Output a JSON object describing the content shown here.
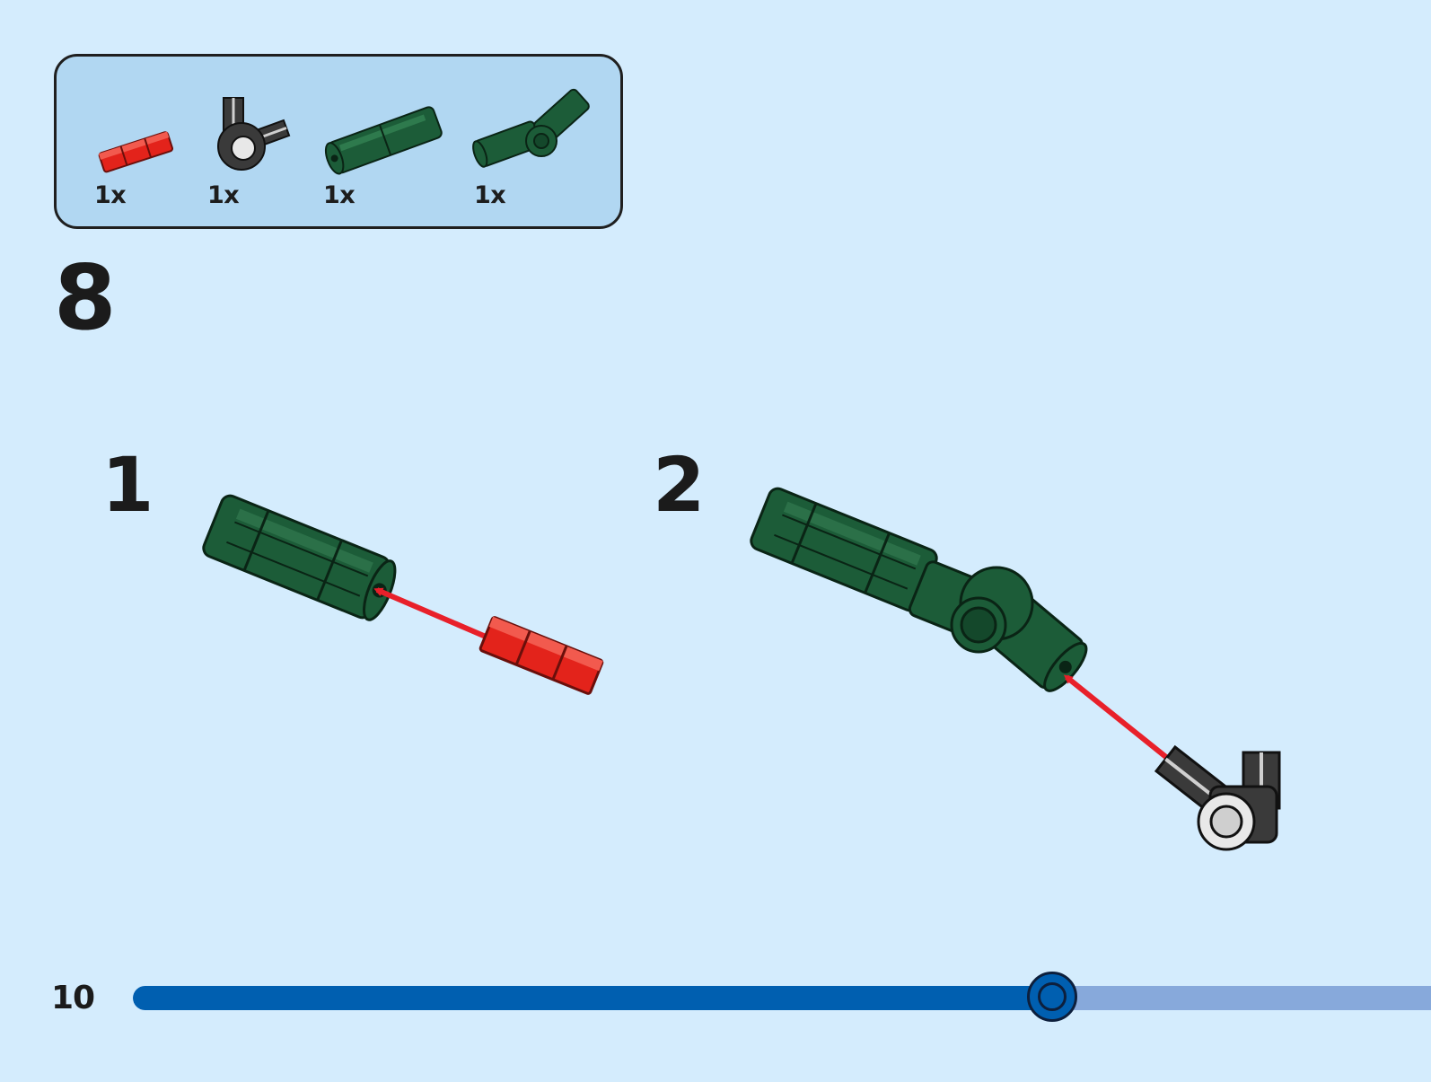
{
  "parts_list": {
    "items": [
      {
        "name": "red-axle-connector",
        "quantity": "1x",
        "color": "#e3231b"
      },
      {
        "name": "gray-axle-pin-connector",
        "quantity": "1x",
        "color": "#3a3a3a"
      },
      {
        "name": "green-connector-tube",
        "quantity": "1x",
        "color": "#1c5c38"
      },
      {
        "name": "green-angle-connector",
        "quantity": "1x",
        "color": "#1c5c38"
      }
    ]
  },
  "step": {
    "number": "8",
    "substeps": [
      {
        "number": "1"
      },
      {
        "number": "2"
      }
    ]
  },
  "footer": {
    "page_number": "10",
    "progress_fraction": 0.708
  },
  "colors": {
    "background": "#d4ecfd",
    "parts_box": "#b1d7f2",
    "piece_green": "#1c5c38",
    "piece_red": "#e3231b",
    "piece_gray": "#3a3a3a",
    "arrow": "#e8202a",
    "progress_done": "#005fb0",
    "progress_remaining": "#87a9db"
  }
}
